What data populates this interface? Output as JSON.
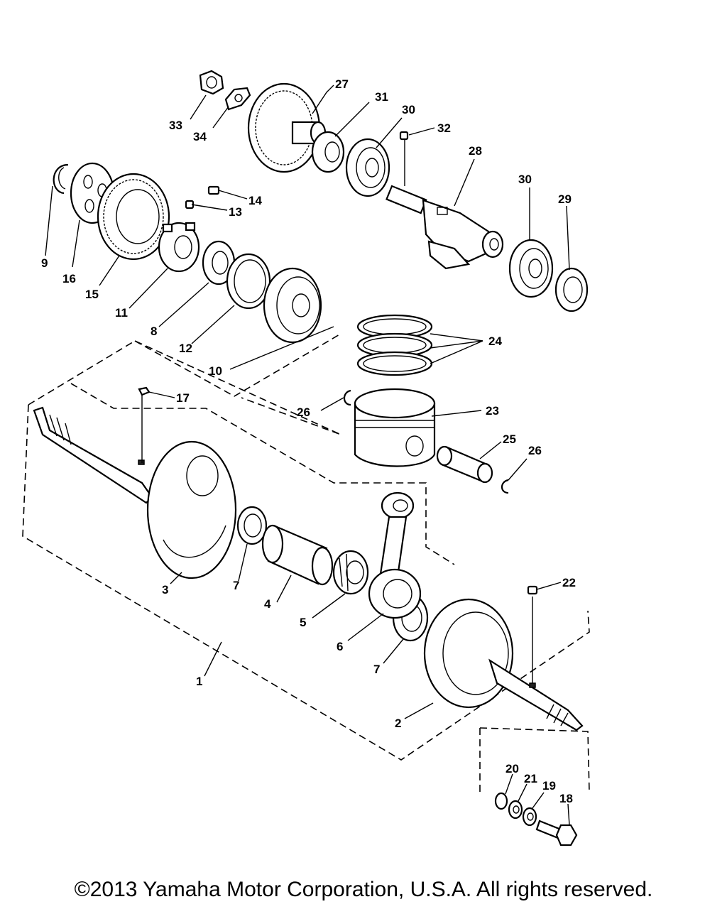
{
  "callouts": [
    {
      "id": "1",
      "text": "1"
    },
    {
      "id": "2",
      "text": "2"
    },
    {
      "id": "3",
      "text": "3"
    },
    {
      "id": "4",
      "text": "4"
    },
    {
      "id": "5",
      "text": "5"
    },
    {
      "id": "6",
      "text": "6"
    },
    {
      "id": "7a",
      "text": "7"
    },
    {
      "id": "7b",
      "text": "7"
    },
    {
      "id": "8",
      "text": "8"
    },
    {
      "id": "9",
      "text": "9"
    },
    {
      "id": "10",
      "text": "10"
    },
    {
      "id": "11",
      "text": "11"
    },
    {
      "id": "12",
      "text": "12"
    },
    {
      "id": "13",
      "text": "13"
    },
    {
      "id": "14",
      "text": "14"
    },
    {
      "id": "15",
      "text": "15"
    },
    {
      "id": "16",
      "text": "16"
    },
    {
      "id": "17",
      "text": "17"
    },
    {
      "id": "18",
      "text": "18"
    },
    {
      "id": "19",
      "text": "19"
    },
    {
      "id": "20",
      "text": "20"
    },
    {
      "id": "21",
      "text": "21"
    },
    {
      "id": "22",
      "text": "22"
    },
    {
      "id": "23",
      "text": "23"
    },
    {
      "id": "24",
      "text": "24"
    },
    {
      "id": "25",
      "text": "25"
    },
    {
      "id": "26a",
      "text": "26"
    },
    {
      "id": "26b",
      "text": "26"
    },
    {
      "id": "27",
      "text": "27"
    },
    {
      "id": "28",
      "text": "28"
    },
    {
      "id": "29",
      "text": "29"
    },
    {
      "id": "30a",
      "text": "30"
    },
    {
      "id": "30b",
      "text": "30"
    },
    {
      "id": "31",
      "text": "31"
    },
    {
      "id": "32",
      "text": "32"
    },
    {
      "id": "33",
      "text": "33"
    },
    {
      "id": "34",
      "text": "34"
    }
  ],
  "copyright": "©2013 Yamaha Motor Corporation, U.S.A. All rights reserved."
}
